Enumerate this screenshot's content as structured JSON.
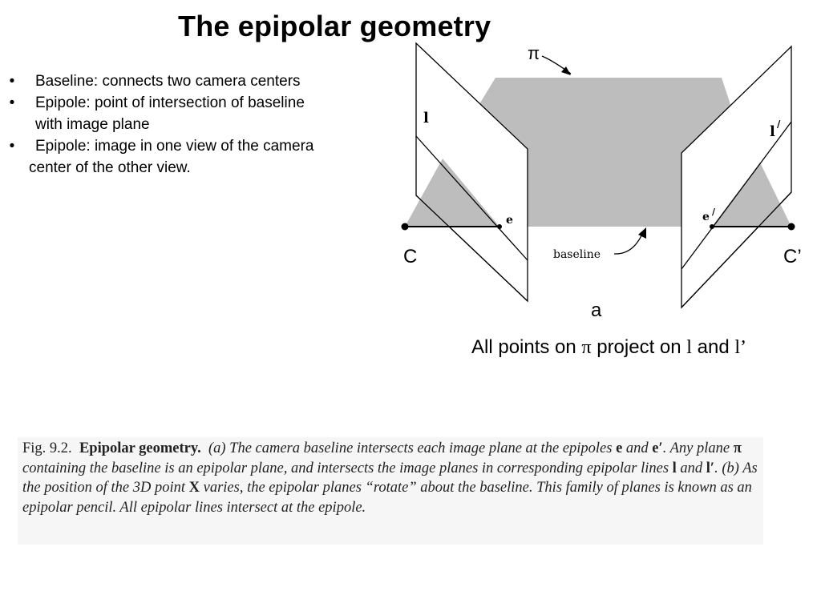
{
  "slide": {
    "title": "The epipolar geometry",
    "bullets": [
      {
        "marker": "•",
        "text": "Baseline: connects two camera centers",
        "cont": ""
      },
      {
        "marker": "•",
        "text": "Epipole: point of intersection of baseline",
        "cont": "with image plane"
      },
      {
        "marker": "•",
        "text": "Epipole: image in one view of the camera",
        "cont": "center of the other view."
      }
    ]
  },
  "diagram": {
    "labels": {
      "pi": "π",
      "l_left": "l",
      "l_right": "l",
      "l_right_prime": "/",
      "e_left": "e",
      "e_right": "e",
      "e_right_prime": "/",
      "baseline": "baseline",
      "c_left": "C",
      "c_right": "C’",
      "panel": "a"
    },
    "colors": {
      "plane_fill": "#bdbdbd",
      "stroke": "#000000",
      "card_fill": "#ffffff"
    }
  },
  "caption": {
    "prefix": "All points on ",
    "pi": "π",
    "middle": " project on ",
    "l": "l",
    "and": " and ",
    "l_prime": "l’"
  },
  "figure_caption": {
    "fig_no": "Fig. 9.2.",
    "title": "Epipolar geometry.",
    "body_1": "(a) The camera baseline intersects each image plane at the epipoles ",
    "e": "e",
    "body_2": "and ",
    "e_prime": "e′",
    "body_3": ". Any plane ",
    "pi": "π",
    "body_4": " containing the baseline is an epipolar plane, and intersects the image planes in corresponding epipolar lines ",
    "l": "l",
    "body_5": " and ",
    "l_prime": "l′",
    "body_6": ". (b) As the position of the 3D point ",
    "X": "X",
    "body_7": " varies, the epipolar planes “rotate” about the baseline. This family of planes is known as an epipolar pencil. All epipolar lines intersect at the epipole."
  }
}
